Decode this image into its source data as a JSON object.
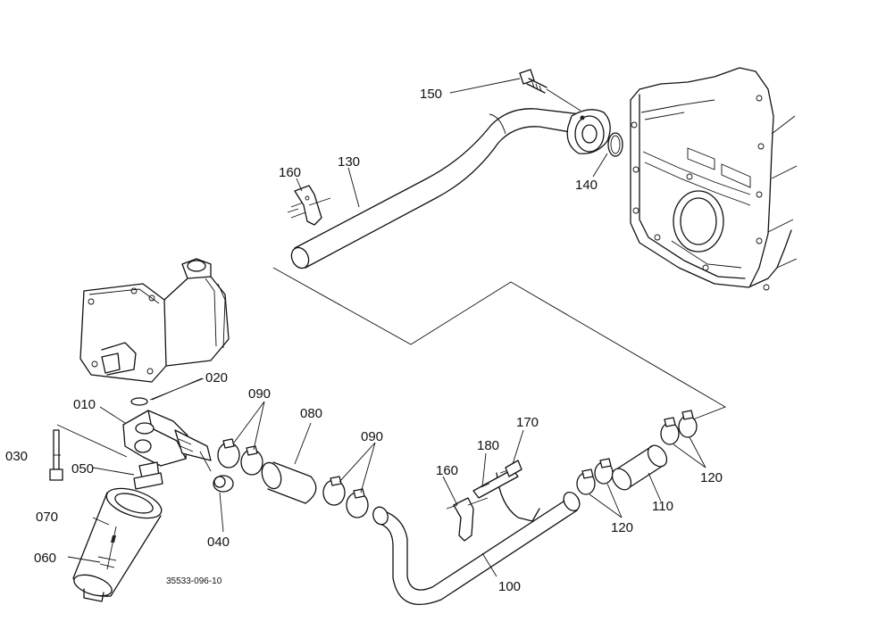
{
  "diagram": {
    "drawing_code": "35533-096-10",
    "part_labels": {
      "p010": "010",
      "p020": "020",
      "p030": "030",
      "p040": "040",
      "p050": "050",
      "p060": "060",
      "p070": "070",
      "p080": "080",
      "p090a": "090",
      "p090b": "090",
      "p100": "100",
      "p110": "110",
      "p120a": "120",
      "p120b": "120",
      "p130": "130",
      "p140": "140",
      "p150": "150",
      "p160a": "160",
      "p160b": "160",
      "p170": "170",
      "p180": "180"
    }
  }
}
